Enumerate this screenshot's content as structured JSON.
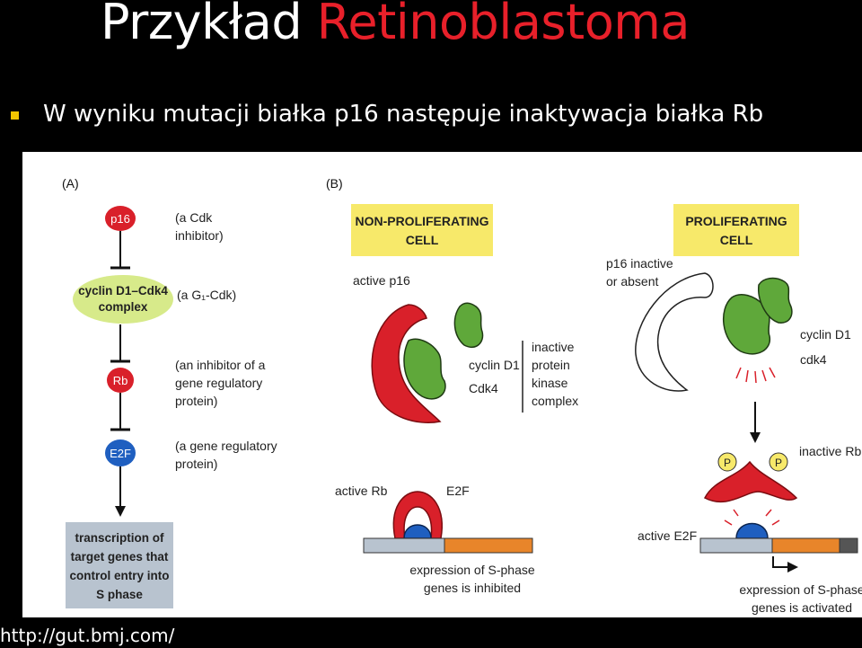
{
  "slide": {
    "title_white": "Przykład",
    "title_red": "Retinoblastoma",
    "bullet": "W wyniku mutacji białka p16 następuje inaktywacja białka Rb",
    "footer": "http://gut.bmj.com/"
  },
  "colors": {
    "accent_red": "#e8202a",
    "bullet_yellow": "#f2c500",
    "protein_red": "#d9202a",
    "protein_green": "#5fa83a",
    "e2f_blue": "#1f5fc0",
    "label_yellow": "#f7e96a"
  },
  "panel_a": {
    "label": "(A)",
    "p16": "p16",
    "p16_note": [
      "(a Cdk",
      "inhibitor)"
    ],
    "complex": [
      "cyclin D1–Cdk4",
      "complex"
    ],
    "complex_note": "(a G₁-Cdk)",
    "rb": "Rb",
    "rb_note": [
      "(an inhibitor of a",
      "gene regulatory",
      "protein)"
    ],
    "e2f": "E2F",
    "e2f_note": [
      "(a gene regulatory",
      "protein)"
    ],
    "transcription": [
      "transcription of",
      "target genes that",
      "control entry into",
      "S phase"
    ]
  },
  "panel_b": {
    "label": "(B)",
    "non_prolif": [
      "NON-PROLIFERATING",
      "CELL"
    ],
    "prolif": [
      "PROLIFERATING",
      "CELL"
    ],
    "active_p16": "active p16",
    "cyclin_d1": "cyclin D1",
    "cdk4": "Cdk4",
    "inactive_complex": [
      "inactive",
      "protein",
      "kinase",
      "complex"
    ],
    "p16_inactive": [
      "p16 inactive",
      "or absent"
    ],
    "cyclin_d1_right": "cyclin D1",
    "cdk4_right": "cdk4",
    "active_rb": "active Rb",
    "e2f": "E2F",
    "expr_inhibited": [
      "expression of S-phase",
      "genes is inhibited"
    ],
    "p_label": "P",
    "inactive_rb": "inactive Rb",
    "active_e2f": "active E2F",
    "expr_activated": [
      "expression of S-phase",
      "genes is activated"
    ]
  }
}
